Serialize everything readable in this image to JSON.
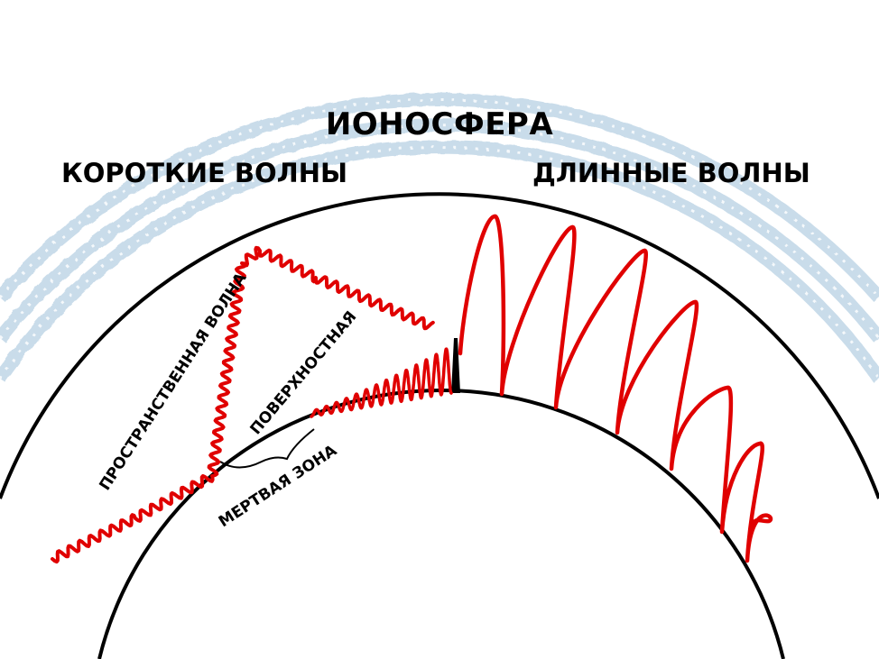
{
  "title": "ИОНОСФЕРА",
  "short_waves_label": "КОРОТКИЕ ВОЛНЫ",
  "long_waves_label": "ДЛИННЫЕ ВОЛНЫ",
  "space_wave_label": "ПРОСТРАНСТВЕННАЯ ВОЛНА",
  "surface_wave_label": "ПОВЕРХНОСТНАЯ",
  "dead_zone_label": "МЕРТВАЯ ЗОНА",
  "colors": {
    "wave": "#e00000",
    "earth_outline": "#000000",
    "ionosphere_band": "#c9dcea"
  }
}
